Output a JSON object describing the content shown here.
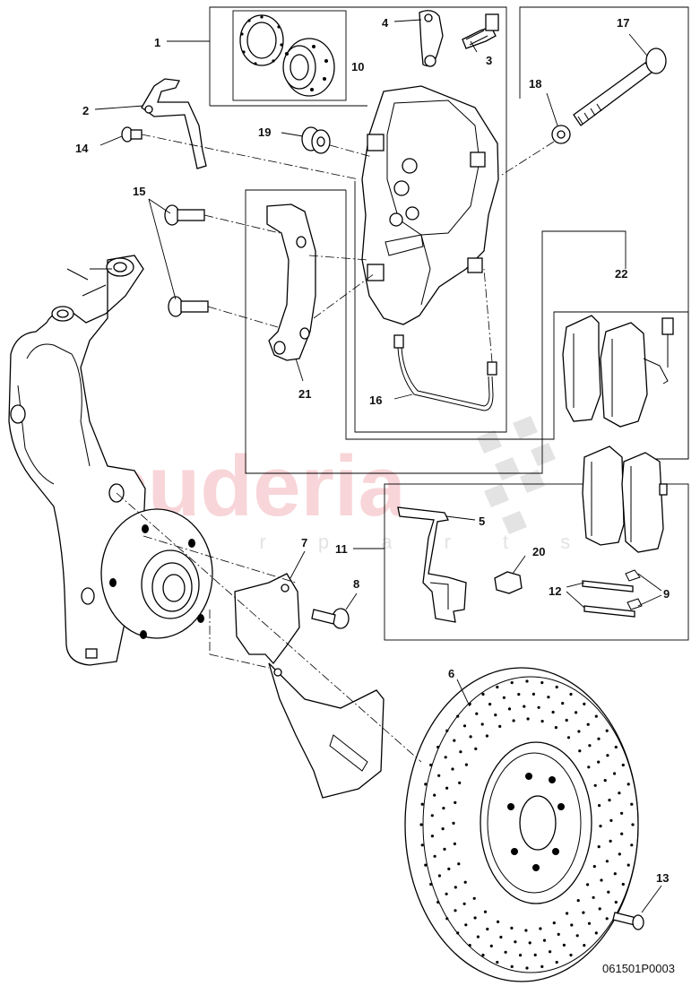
{
  "watermark": {
    "brand": "scuderia",
    "sub": "c a r  p a r t s"
  },
  "document_number": "061501P0003",
  "callouts": {
    "c1": "1",
    "c2": "2",
    "c3": "3",
    "c4": "4",
    "c5": "5",
    "c6": "6",
    "c7": "7",
    "c8": "8",
    "c9": "9",
    "c10": "10",
    "c11": "11",
    "c12": "12",
    "c13": "13",
    "c14": "14",
    "c15": "15",
    "c16": "16",
    "c17": "17",
    "c18": "18",
    "c19": "19",
    "c20": "20",
    "c21": "21",
    "c22": "22"
  },
  "colors": {
    "line": "#000000",
    "watermark_red": "#f6c8cc",
    "watermark_checker": "#dddddd"
  }
}
